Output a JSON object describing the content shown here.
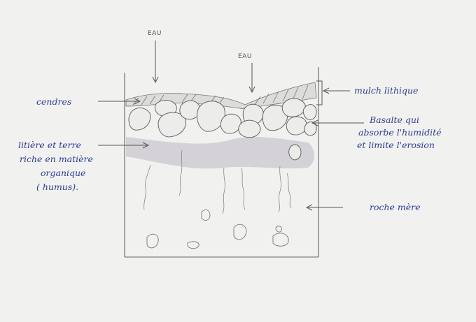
{
  "diagram": {
    "water_label_left": "EAU",
    "water_label_right": "EAU",
    "labels": {
      "cendres": "cendres",
      "mulch": "mulch lithique",
      "basalte": [
        "Basalte qui",
        "absorbe l'humidité",
        "et limite l'erosion"
      ],
      "litiere": [
        "litière et terre",
        "riche en matière",
        "organique",
        "( humus)."
      ],
      "roche_mere": "roche mère"
    },
    "colors": {
      "paper": "#f1f1ef",
      "pencil": "#555555",
      "ink": "#2c3f9a",
      "humus_shading": "#c9c6cf"
    }
  }
}
